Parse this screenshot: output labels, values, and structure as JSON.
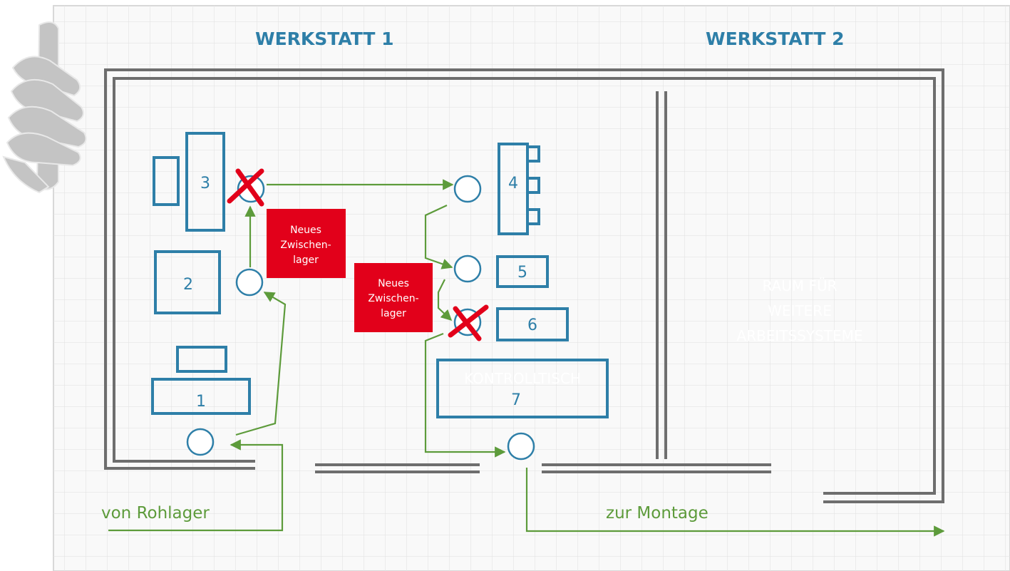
{
  "headers": {
    "workshop1": "WERKSTATT 1",
    "workshop2": "WERKSTATT 2"
  },
  "machines": {
    "m1": "1",
    "m2": "2",
    "m3": "3",
    "m4": "4",
    "m5": "5",
    "m6": "6",
    "m7": "7"
  },
  "control_table_label": "KONTROLLTISCH",
  "room_label": [
    "RAUM FÜR",
    "WEITERE",
    "ARBEITSSYSTEME"
  ],
  "notes": {
    "note1": [
      "Neues",
      "Zwischen-",
      "lager"
    ],
    "note2": [
      "Neues",
      "Zwischen-",
      "lager"
    ]
  },
  "flow_labels": {
    "in": "von Rohlager",
    "out": "zur Montage"
  },
  "colors": {
    "machine_blue": "#2e7fa8",
    "flow_green": "#5d9b3b",
    "note_red": "#e2001a",
    "wall_gray": "#6e6e6e",
    "grid": "#e6e6e6"
  },
  "icons": {
    "hand": "hand-icon",
    "cross": "cross-mark-icon"
  }
}
